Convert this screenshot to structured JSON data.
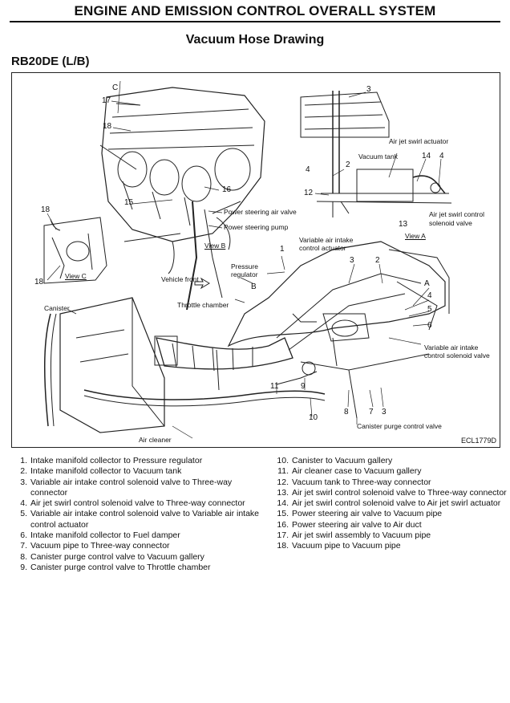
{
  "header": {
    "title": "ENGINE AND EMISSION CONTROL OVERALL SYSTEM"
  },
  "section": {
    "title": "Vacuum Hose Drawing",
    "model": "RB20DE (L/B)"
  },
  "figure": {
    "code": "ECL1779D",
    "labels": {
      "c": "C",
      "n17": "17",
      "n18a": "18",
      "n16": "16",
      "n15": "15",
      "ps_air_valve": "Power steering air valve",
      "ps_pump": "Power steering pump",
      "view_b": "View B",
      "n18b": "18",
      "n18c": "18",
      "view_c": "View C",
      "n3a": "3",
      "air_jet_swirl_actuator": "Air jet swirl actuator",
      "vacuum_tank": "Vacuum tank",
      "n14": "14",
      "n4a": "4",
      "n4b": "4",
      "n2a": "2",
      "n12": "12",
      "ajs_solenoid_1": "Air jet swirl control",
      "ajs_solenoid_2": "solenoid valve",
      "n13": "13",
      "view_a": "View A",
      "n1": "1",
      "via_actuator_1": "Variable air intake",
      "via_actuator_2": "control actuator",
      "pressure_reg_1": "Pressure",
      "pressure_reg_2": "regulator",
      "vehicle_front": "Vehicle front",
      "b": "B",
      "throttle_chamber": "Throttle chamber",
      "canister": "Canister",
      "n3b": "3",
      "n2b": "2",
      "a": "A",
      "n4c": "4",
      "n5": "5",
      "n6": "6",
      "via_solenoid_1": "Variable air intake",
      "via_solenoid_2": "control solenoid valve",
      "n9": "9",
      "n11": "11",
      "n10": "10",
      "n8": "8",
      "n7": "7",
      "n3c": "3",
      "canister_purge": "Canister purge control valve",
      "air_cleaner": "Air cleaner"
    }
  },
  "legend_left": [
    {
      "n": "1.",
      "text": "Intake manifold collector to Pressure regulator"
    },
    {
      "n": "2.",
      "text": "Intake manifold collector to Vacuum tank"
    },
    {
      "n": "3.",
      "text": "Variable air intake control solenoid valve to Three-way connector"
    },
    {
      "n": "4.",
      "text": "Air jet swirl control solenoid valve to Three-way connector"
    },
    {
      "n": "5.",
      "text": "Variable air intake control solenoid valve to Variable air intake control actuator"
    },
    {
      "n": "6.",
      "text": "Intake manifold collector to Fuel damper"
    },
    {
      "n": "7.",
      "text": "Vacuum pipe to Three-way connector"
    },
    {
      "n": "8.",
      "text": "Canister purge control valve to Vacuum gallery"
    },
    {
      "n": "9.",
      "text": "Canister purge control valve to Throttle chamber"
    }
  ],
  "legend_right": [
    {
      "n": "10.",
      "text": "Canister to Vacuum gallery"
    },
    {
      "n": "11.",
      "text": "Air cleaner case to Vacuum gallery"
    },
    {
      "n": "12.",
      "text": "Vacuum tank to Three-way connector"
    },
    {
      "n": "13.",
      "text": "Air jet swirl control solenoid valve to Three-way connector"
    },
    {
      "n": "14.",
      "text": "Air jet swirl control solenoid valve to Air jet swirl actuator"
    },
    {
      "n": "15.",
      "text": "Power steering air valve to Vacuum pipe"
    },
    {
      "n": "16.",
      "text": "Power steering air valve to Air duct"
    },
    {
      "n": "17.",
      "text": "Air jet swirl assembly to Vacuum pipe"
    },
    {
      "n": "18.",
      "text": "Vacuum pipe to Vacuum pipe"
    }
  ]
}
